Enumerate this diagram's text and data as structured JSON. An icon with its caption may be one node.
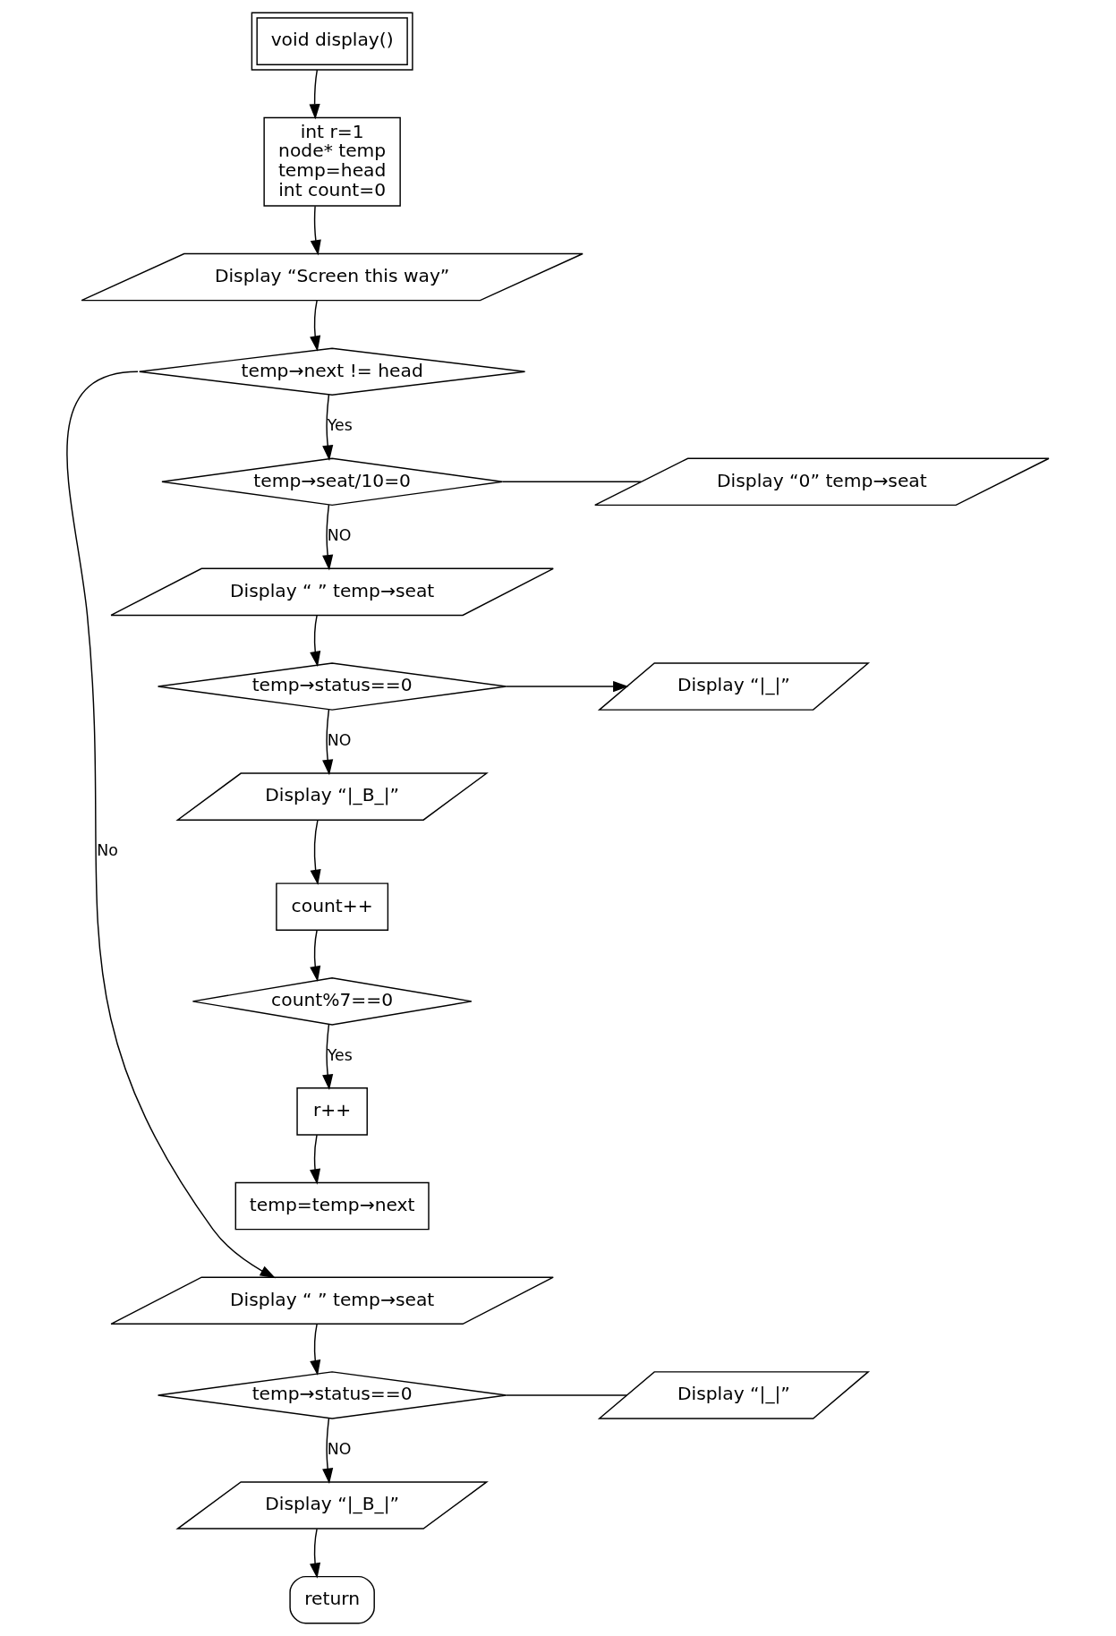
{
  "diagram": {
    "nodes": [
      {
        "text": [
          "void display()"
        ]
      },
      {
        "text": [
          "int r=1",
          "node* temp",
          "temp=head",
          "int count=0"
        ]
      },
      {
        "text": [
          "Display “Screen this way”"
        ]
      },
      {
        "text": [
          "temp→next != head"
        ]
      },
      {
        "text": [
          "temp→seat/10=0"
        ]
      },
      {
        "text": [
          "Display “0” temp→seat"
        ]
      },
      {
        "text": [
          "Display “ ” temp→seat"
        ]
      },
      {
        "text": [
          "temp→status==0"
        ]
      },
      {
        "text": [
          "Display “|_|”"
        ]
      },
      {
        "text": [
          "Display “|_B_|”"
        ]
      },
      {
        "text": [
          "count++"
        ]
      },
      {
        "text": [
          "count%7==0"
        ]
      },
      {
        "text": [
          "r++"
        ]
      },
      {
        "text": [
          "temp=temp→next"
        ]
      },
      {
        "text": [
          "Display “ ” temp→seat"
        ]
      },
      {
        "text": [
          "temp→status==0"
        ]
      },
      {
        "text": [
          "Display “|_|”"
        ]
      },
      {
        "text": [
          "Display “|_B_|”"
        ]
      },
      {
        "text": [
          "return"
        ]
      }
    ],
    "edges": [
      {
        "from": 0,
        "to": 1,
        "arrow": "to"
      },
      {
        "from": 1,
        "to": 2,
        "arrow": "to"
      },
      {
        "from": 2,
        "to": 3,
        "arrow": "to"
      },
      {
        "from": 3,
        "to": 4,
        "arrow": "to",
        "label": "Yes"
      },
      {
        "from": 3,
        "to": 14,
        "arrow": "to",
        "label": "No"
      },
      {
        "from": 4,
        "to": 5,
        "arrow": "none"
      },
      {
        "from": 4,
        "to": 6,
        "arrow": "to",
        "label": "NO"
      },
      {
        "from": 6,
        "to": 7,
        "arrow": "to"
      },
      {
        "from": 7,
        "to": 8,
        "arrow": "to"
      },
      {
        "from": 7,
        "to": 9,
        "arrow": "to",
        "label": "NO"
      },
      {
        "from": 9,
        "to": 10,
        "arrow": "to"
      },
      {
        "from": 10,
        "to": 11,
        "arrow": "to"
      },
      {
        "from": 11,
        "to": 12,
        "arrow": "to",
        "label": "Yes"
      },
      {
        "from": 12,
        "to": 13,
        "arrow": "to"
      },
      {
        "from": 14,
        "to": 15,
        "arrow": "to"
      },
      {
        "from": 15,
        "to": 16,
        "arrow": "none"
      },
      {
        "from": 15,
        "to": 17,
        "arrow": "to",
        "label": "NO"
      },
      {
        "from": 17,
        "to": 18,
        "arrow": "to"
      }
    ]
  }
}
